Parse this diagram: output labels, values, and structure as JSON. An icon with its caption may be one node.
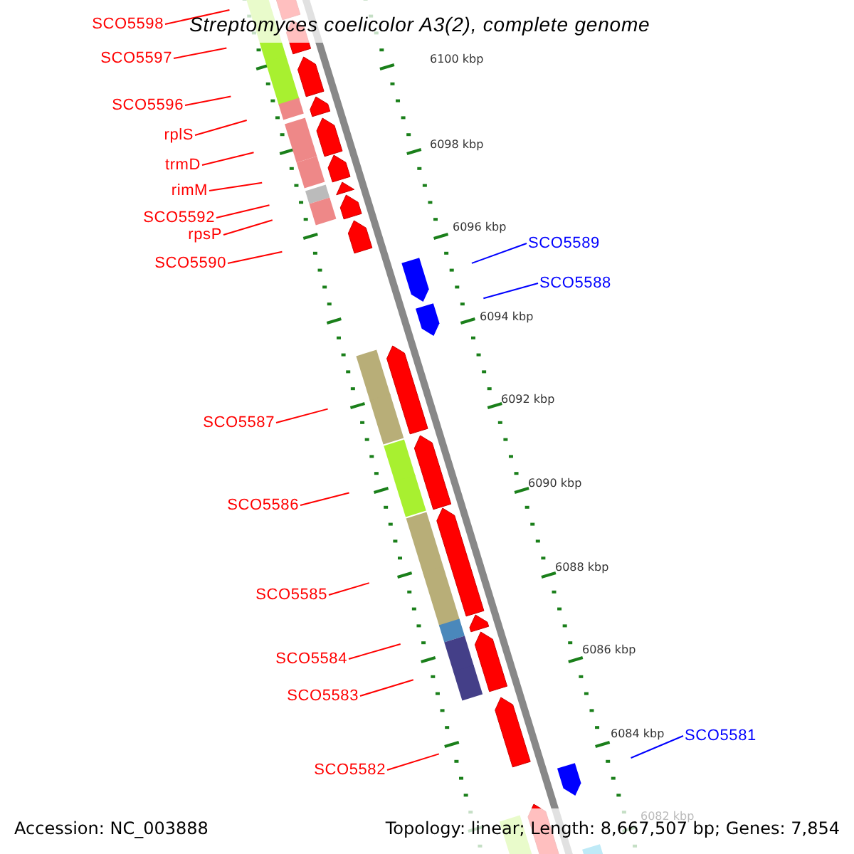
{
  "diagram": {
    "title": "Streptomyces coelicolor A3(2), complete genome",
    "nodes": [
      {
        "text": [
          "SCO5598"
        ]
      },
      {
        "text": [
          "SCO5597"
        ]
      },
      {
        "text": [
          "SCO5596"
        ]
      },
      {
        "text": [
          "rplS"
        ]
      },
      {
        "text": [
          "trmD"
        ]
      },
      {
        "text": [
          "rimM"
        ]
      },
      {
        "text": [
          "SCO5592"
        ]
      },
      {
        "text": [
          "rpsP"
        ]
      },
      {
        "text": [
          "SCO5590"
        ]
      },
      {
        "text": [
          "SCO5589"
        ]
      },
      {
        "text": [
          "SCO5588"
        ]
      },
      {
        "text": [
          "SCO5587"
        ]
      },
      {
        "text": [
          "SCO5586"
        ]
      },
      {
        "text": [
          "SCO5585"
        ]
      },
      {
        "text": [
          "SCO5584"
        ]
      },
      {
        "text": [
          "SCO5583"
        ]
      },
      {
        "text": [
          "SCO5582"
        ]
      },
      {
        "text": [
          "SCO5581"
        ]
      }
    ],
    "edges": [
      {
        "from": 0,
        "to": null,
        "arrow": "none"
      },
      {
        "from": 1,
        "to": null,
        "arrow": "none"
      },
      {
        "from": 2,
        "to": null,
        "arrow": "none"
      },
      {
        "from": 3,
        "to": null,
        "arrow": "none"
      },
      {
        "from": 4,
        "to": null,
        "arrow": "none"
      },
      {
        "from": 5,
        "to": null,
        "arrow": "none"
      },
      {
        "from": 6,
        "to": null,
        "arrow": "none"
      },
      {
        "from": 7,
        "to": null,
        "arrow": "none"
      },
      {
        "from": 8,
        "to": null,
        "arrow": "none"
      },
      {
        "from": 9,
        "to": null,
        "arrow": "none",
        "color": "#0000ff"
      },
      {
        "from": 10,
        "to": null,
        "arrow": "none",
        "color": "#0000ff"
      },
      {
        "from": 11,
        "to": null,
        "arrow": "none"
      },
      {
        "from": 12,
        "to": null,
        "arrow": "none"
      },
      {
        "from": 13,
        "to": null,
        "arrow": "none"
      },
      {
        "from": 14,
        "to": null,
        "arrow": "none"
      },
      {
        "from": 15,
        "to": null,
        "arrow": "none"
      },
      {
        "from": 16,
        "to": null,
        "arrow": "none"
      },
      {
        "from": 17,
        "to": null,
        "arrow": "none",
        "color": "#0000ff"
      }
    ],
    "labels": [
      "6100 kbp",
      "6098 kbp",
      "6096 kbp",
      "6094 kbp",
      "6092 kbp",
      "6090 kbp",
      "6088 kbp",
      "6086 kbp",
      "6084 kbp",
      "6082 kbp",
      "Accession: NC_003888",
      "Topology: linear; Length: 8,667,507 bp; Genes: 7,854"
    ]
  }
}
